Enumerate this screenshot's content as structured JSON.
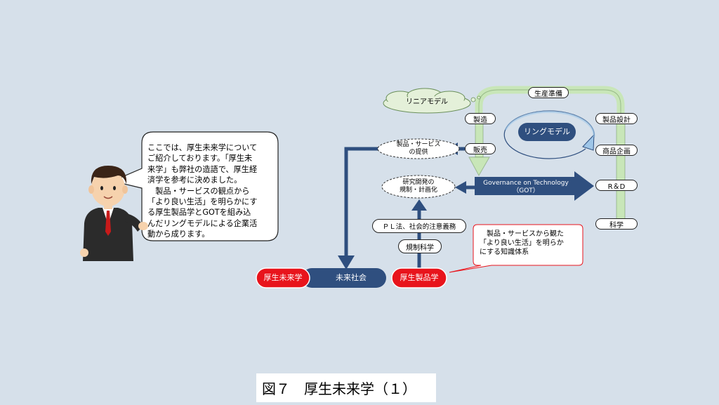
{
  "bubble": {
    "text": "ここでは、厚生未来学について\nご紹介しております。「厚生未\n来学」も弊社の造語で、厚生経\n済学を参考に決めました。\n　製品・サービスの観点から\n「より良い生活」を明らかにす\nる厚生製品学とGOTを組み込\nんだリングモデルによる企業活\n動から成ります。"
  },
  "cloud_label": "リニアモデル",
  "ring_label": "リングモデル",
  "ring_stages": {
    "top": "生産準備",
    "manufacturing": "製造",
    "sales": "販売",
    "design": "製品設計",
    "planning": "商品企画",
    "rnd": "R＆D",
    "science": "科学"
  },
  "ovals": {
    "provision": "製品・サービス\nの提供",
    "regulation": "研究開発の\n規制・計画化"
  },
  "got": {
    "line1": "Governance on Technology",
    "line2": "（GOT）"
  },
  "middle": {
    "pl_law": "ＰＬ法、社会的注意義務",
    "regulatory_science": "規制科学"
  },
  "bottom": {
    "future_welfare": "厚生未来学",
    "future_society": "未来社会",
    "welfare_products": "厚生製品学"
  },
  "callout": "　製品・サービスから観た\n「より良い生活」を明らか\nにする知識体系",
  "caption": "図７　厚生未来学（１）",
  "colors": {
    "background": "#d6e0ea",
    "navy": "#2f4f7f",
    "red": "#e8141c",
    "ring_green": "#c8e6b8",
    "ring_blue": "#9fc6e8"
  }
}
